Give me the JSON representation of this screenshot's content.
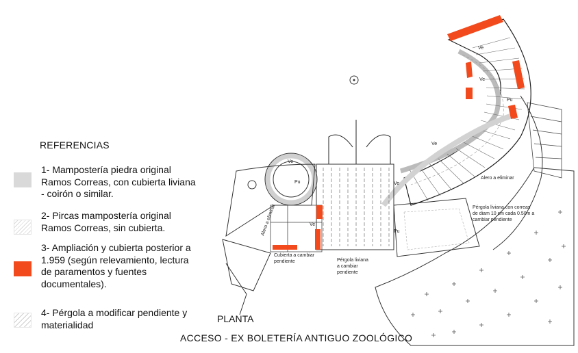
{
  "references": {
    "title": "REFERENCIAS",
    "items": [
      {
        "text": "1- Mampostería piedra original\nRamos Correas, con cubierta liviana\n- coirón o similar.",
        "swatch_color": "#d9d9d9"
      },
      {
        "text": "2- Pircas mampostería original\nRamos Correas, sin cubierta.",
        "swatch_color": "hatch"
      },
      {
        "text": "3- Ampliación y cubierta posterior a\n1.959 (según relevamiento, lectura\nde paramentos y fuentes\ndocumentales).",
        "swatch_color": "#f24a1c"
      },
      {
        "text": "4- Pérgola a modificar pendiente y\nmaterialidad",
        "swatch_color": "hatch-light"
      }
    ]
  },
  "plan": {
    "title": "PLANTA",
    "caption": "ACCESO - EX BOLETERÍA ANTIGUO ZOOLÓGICO",
    "annotations": {
      "alero_eliminar_right": "Alero a eliminar",
      "alero_eliminar_left": "Alero a eliminar",
      "pergola_right_1": "Pérgola liviana con correas",
      "pergola_right_2": "de diam 10 cm cada 0.50m a",
      "pergola_right_3": "cambiar pendiente",
      "cubierta_1": "Cubierta a cambiar",
      "cubierta_2": "pendiente",
      "pergola_center_1": "Pérgola liviana",
      "pergola_center_2": "a cambiar",
      "pergola_center_3": "pendiente",
      "tag_ve": "Ve",
      "tag_pu": "Pu"
    }
  },
  "colors": {
    "red": "#f24a1c",
    "grey_wall": "#d9d9d9",
    "line": "#333333"
  }
}
